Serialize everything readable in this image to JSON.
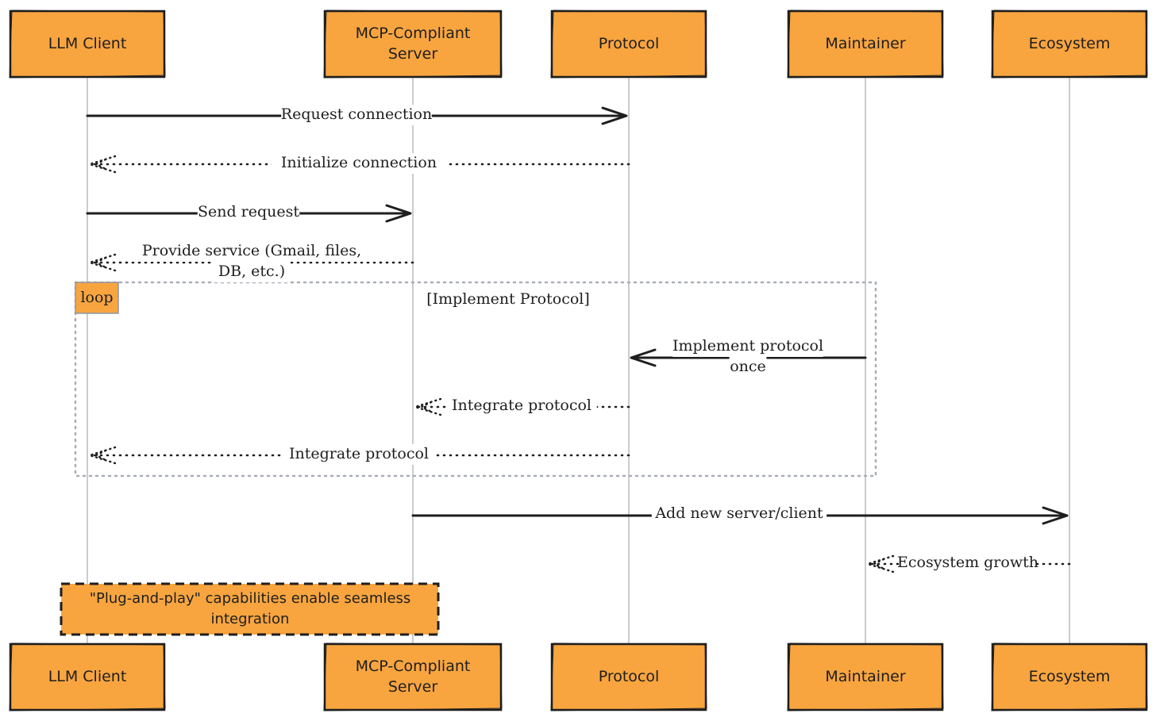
{
  "colors": {
    "actor_fill": "#f8a540",
    "stroke": "#1e1e1e",
    "lifeline": "#9a9a9a",
    "loop_border": "#a8adb5",
    "loop_tag_border": "#8d96a3"
  },
  "participants": [
    {
      "id": "llm",
      "lines": [
        "LLM Client"
      ]
    },
    {
      "id": "server",
      "lines": [
        "MCP-Compliant",
        "Server"
      ]
    },
    {
      "id": "protocol",
      "lines": [
        "Protocol"
      ]
    },
    {
      "id": "maintainer",
      "lines": [
        "Maintainer"
      ]
    },
    {
      "id": "ecosystem",
      "lines": [
        "Ecosystem"
      ]
    }
  ],
  "messages": [
    {
      "from": "llm",
      "to": "protocol",
      "style": "solid",
      "lines": [
        "Request connection"
      ]
    },
    {
      "from": "protocol",
      "to": "llm",
      "style": "dotted",
      "lines": [
        "Initialize connection"
      ]
    },
    {
      "from": "llm",
      "to": "server",
      "style": "solid",
      "lines": [
        "Send request"
      ]
    },
    {
      "from": "server",
      "to": "llm",
      "style": "dotted",
      "lines": [
        "Provide service (Gmail, files,",
        "DB, etc.)"
      ]
    },
    {
      "from": "maintainer",
      "to": "protocol",
      "style": "solid",
      "lines": [
        "Implement protocol",
        "once"
      ]
    },
    {
      "from": "protocol",
      "to": "server",
      "style": "dotted",
      "lines": [
        "Integrate protocol"
      ]
    },
    {
      "from": "protocol",
      "to": "llm",
      "style": "dotted",
      "lines": [
        "Integrate protocol"
      ]
    },
    {
      "from": "server",
      "to": "ecosystem",
      "style": "solid",
      "lines": [
        "Add new server/client"
      ]
    },
    {
      "from": "ecosystem",
      "to": "maintainer",
      "style": "dotted",
      "lines": [
        "Ecosystem growth"
      ]
    }
  ],
  "loop": {
    "tag": "loop",
    "condition": "[Implement Protocol]"
  },
  "note": {
    "lines": [
      "\"Plug-and-play\" capabilities enable seamless",
      "integration"
    ]
  }
}
